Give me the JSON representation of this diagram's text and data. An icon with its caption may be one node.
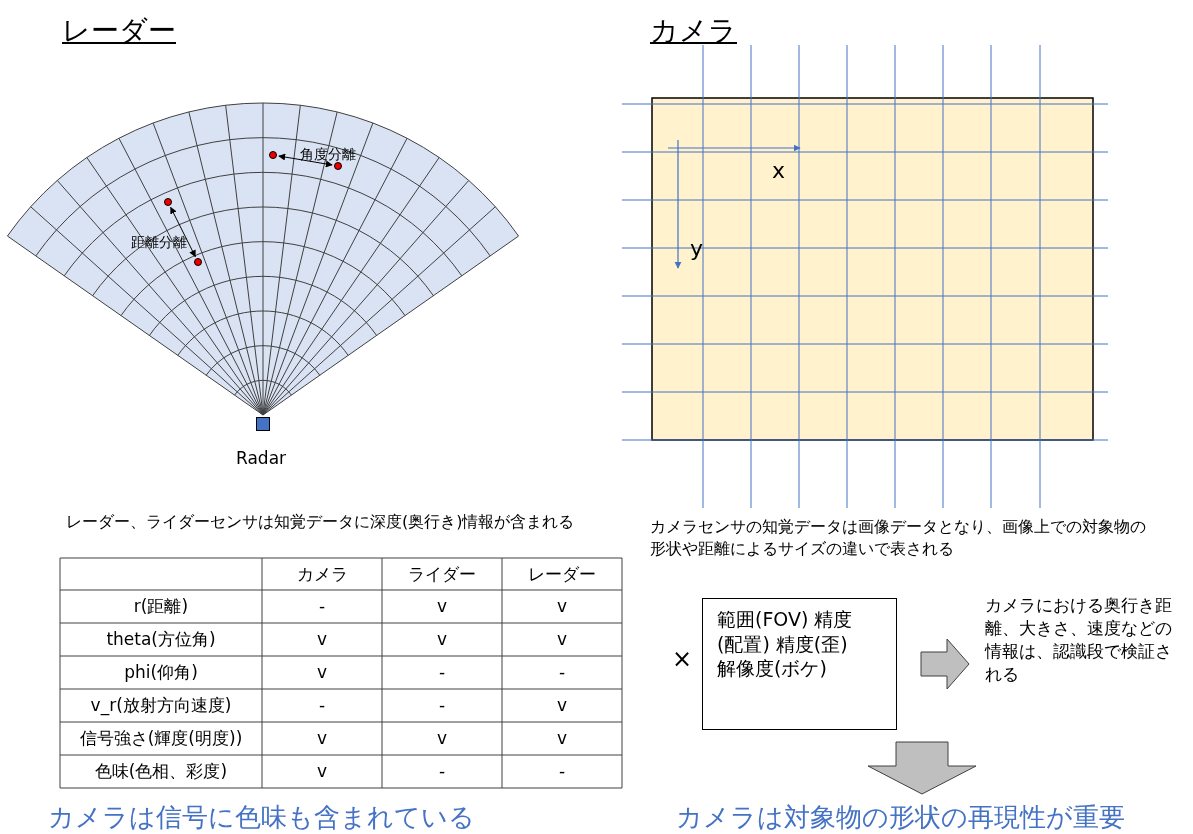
{
  "diagram": {
    "nodes": [
      {
        "text": [],
        "shape": "circle"
      },
      {
        "text": [],
        "shape": "circle"
      },
      {
        "text": [],
        "shape": "circle"
      },
      {
        "text": [],
        "shape": "circle"
      },
      {
        "text": [],
        "shape": "box",
        "beside": [
          "Radar"
        ]
      },
      {
        "text": [
          "範囲(FOV) 精度(配置) 精度(歪) 解像度(ボケ)"
        ]
      },
      {
        "text": [
          "カメラにおける奥行き距離、大きさ、速度などの情報は、認識段で検証される"
        ]
      },
      {
        "text": [
          "カメラは対象物の形状の再現性が重要"
        ]
      }
    ],
    "edges": [
      {
        "from": 0,
        "to": 1,
        "arrow": "both",
        "label": "距離分離"
      },
      {
        "from": 2,
        "to": 3,
        "arrow": "both",
        "label": "角度分離"
      },
      {
        "from": 5,
        "to": 6,
        "arrow": "to",
        "style": "thick",
        "color": "#bfbfbf"
      },
      {
        "from": null,
        "to": 7,
        "arrow": "to",
        "style": "thick",
        "color": "#bfbfbf"
      }
    ],
    "labels": [
      "レーダー",
      "カメラ",
      "x",
      "y",
      "レーダー、ライダーセンサは知覚データに深度(奥行き)情報が含まれる",
      "カメラセンサの知覚データは画像データとなり、画像上での対象物の形状や距離によるサイズの違いで表される",
      "×",
      "カメラ",
      "ライダー",
      "レーダー",
      "r(距離)",
      "-",
      "v",
      "v",
      "theta(方位角)",
      "v",
      "v",
      "v",
      "phi(仰角)",
      "v",
      "-",
      "-",
      "v_r(放射方向速度)",
      "-",
      "-",
      "v",
      "信号強さ(輝度(明度))",
      "v",
      "v",
      "v",
      "色味(色相、彩度)",
      "v",
      "-",
      "-",
      "カメラは信号に色味も含まれている"
    ]
  }
}
